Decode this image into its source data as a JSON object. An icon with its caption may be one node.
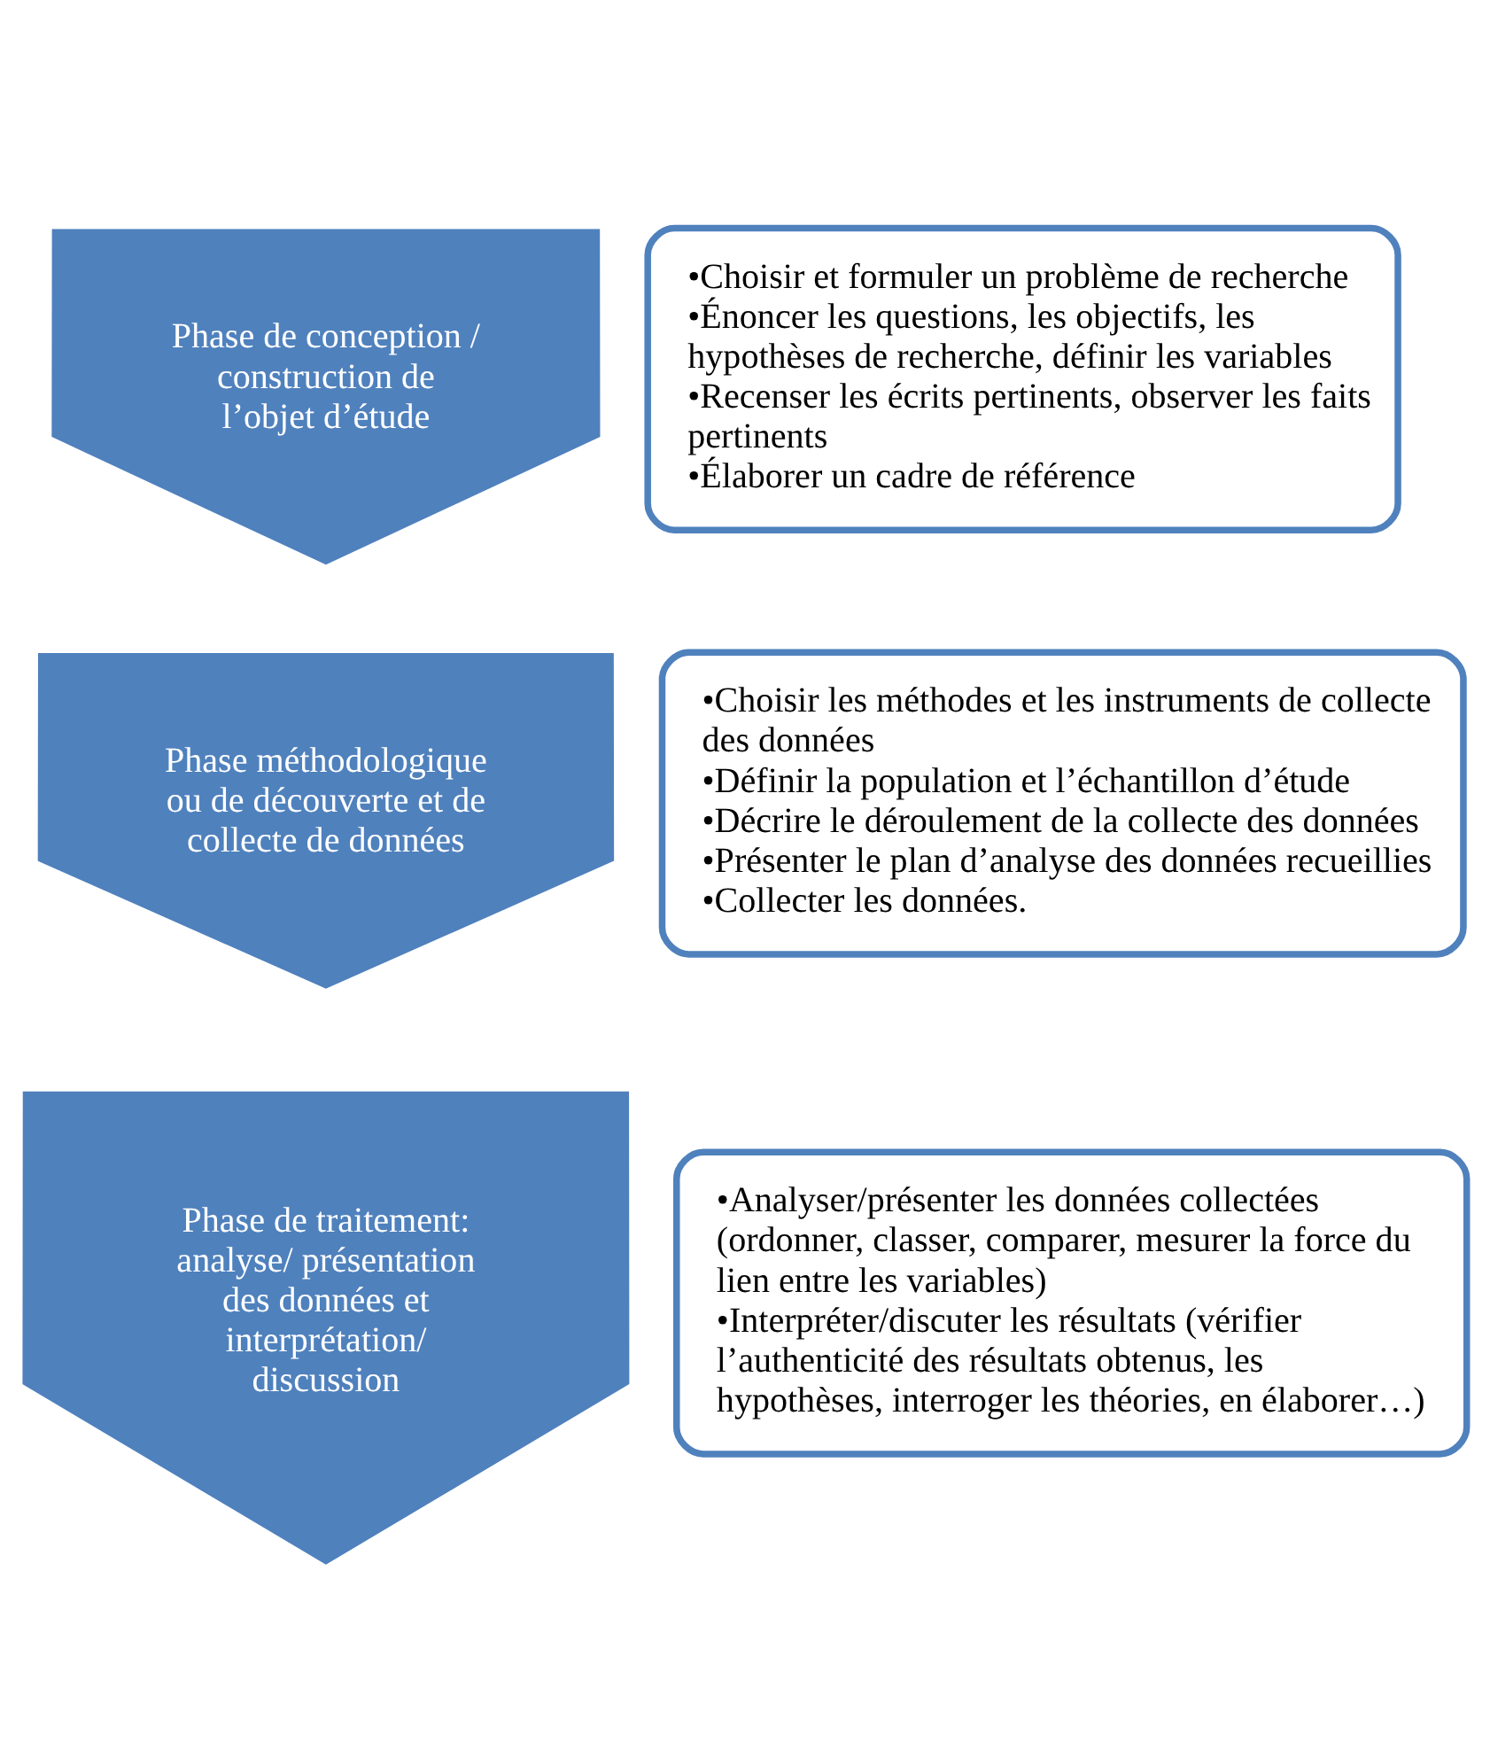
{
  "diagram": {
    "nodes": [
      {
        "text": [
          "Phase de conception / construction de l’objet d’étude"
        ]
      },
      {
        "text": [
          "•Choisir et formuler un problème de recherche",
          "•Énoncer les questions, les objectifs, les hypothèses de recherche, définir les variables",
          "•Recenser les écrits pertinents, observer les faits pertinents",
          "•Élaborer un cadre de référence"
        ]
      },
      {
        "text": [
          "Phase méthodologique ou de découverte et de collecte de données"
        ]
      },
      {
        "text": [
          "•Choisir les méthodes et les instruments de collecte des données",
          "•Définir la population et l’échantillon d’étude",
          "•Décrire le déroulement de la collecte des données",
          "•Présenter le plan d’analyse des données recueillies",
          "•Collecter les données."
        ]
      },
      {
        "text": [
          "Phase de traitement: analyse/ présentation des données et interprétation/ discussion"
        ]
      },
      {
        "text": [
          "•Analyser/présenter les données collectées (ordonner, classer, comparer, mesurer la force du lien entre les variables)",
          "•Interpréter/discuter les résultats (vérifier l’authenticité des résultats obtenus, les hypothèses, interroger les théories, en élaborer…)"
        ]
      }
    ],
    "edges": []
  }
}
